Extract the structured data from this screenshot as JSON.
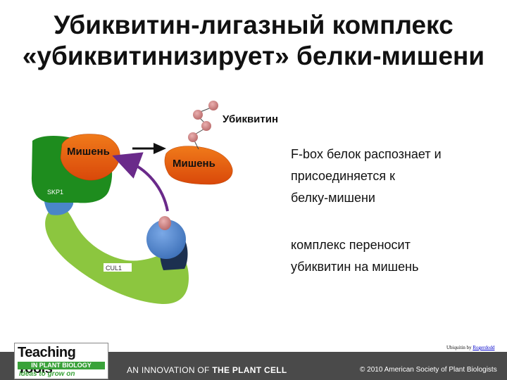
{
  "title": {
    "line1": "Убиквитин-лигазный комплекс",
    "line2": "«убиквитинизирует» белки-мишени"
  },
  "diagram": {
    "target_label_left": "Мишень",
    "target_label_right": "Мишень",
    "ubiquitin_label": "Убиквитин",
    "skp1_label": "SKP1",
    "cul1_label": "CUL1"
  },
  "description": {
    "line1": "F-box белок распознает и",
    "line2": "присоединяется к",
    "line3": "белку-мишени",
    "line4": "комплекс переносит",
    "line5": "убиквитин на мишень"
  },
  "credit": {
    "prefix": "Ubiquitin by",
    "name": "Rogerdodd"
  },
  "footer": {
    "logo_line1": "Teaching Tools",
    "logo_line2": "IN PLANT BIOLOGY",
    "logo_line3": "Ideas to grow on",
    "innovation_prefix": "AN INNOVATION OF",
    "innovation_name": "THE PLANT CELL",
    "copyright": "© 2010 American Society of Plant Biologists"
  },
  "colors": {
    "target_orange": "#e8620a",
    "fbox_green": "#1e8c1e",
    "cul1_light_green": "#8cc63f",
    "skp1_blue": "#4a86c8",
    "rbx_blue": "#5b8fd0",
    "e2_navy": "#1c3050",
    "ubiquitin_pink": "#d48a8a",
    "arrow_purple": "#6a2a8a"
  }
}
